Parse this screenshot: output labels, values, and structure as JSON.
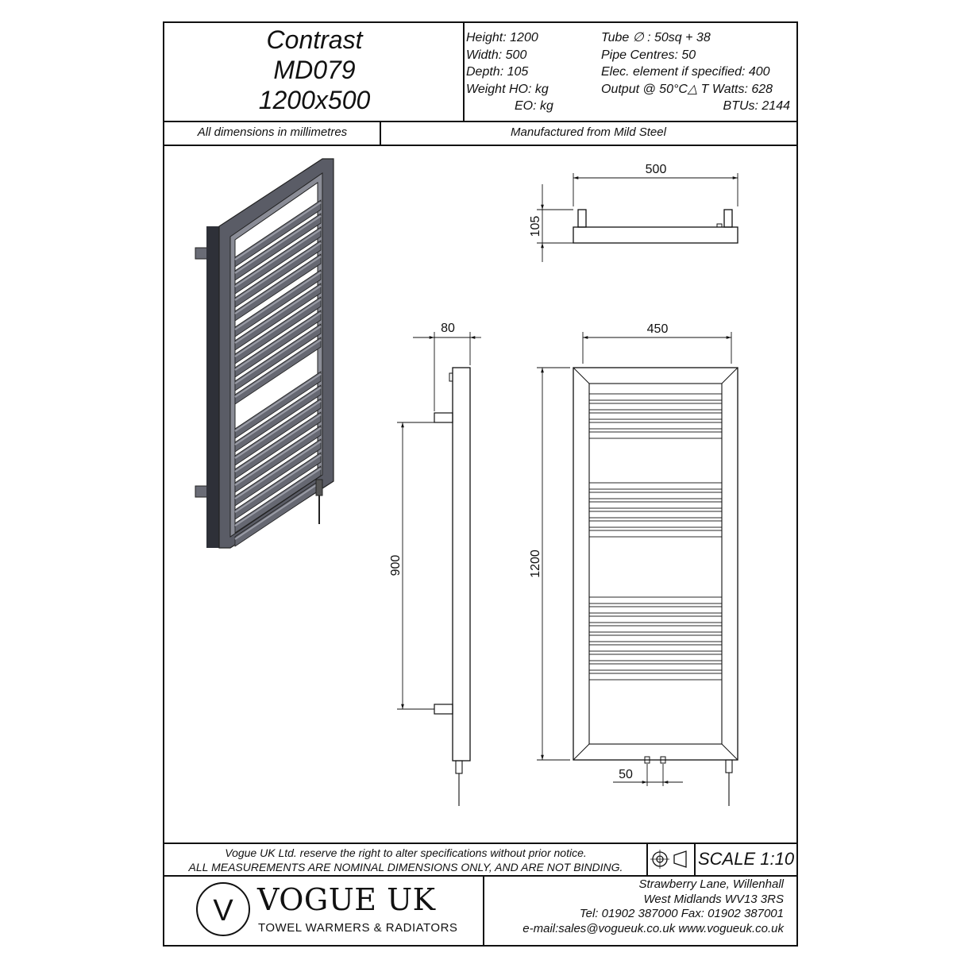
{
  "title": {
    "line1": "Contrast",
    "line2": "MD079",
    "line3": "1200x500"
  },
  "specs": {
    "height": "Height: 1200",
    "width": "Width: 500",
    "depth": "Depth: 105",
    "weight_ho": "Weight HO:  kg",
    "weight_eo": "EO:  kg",
    "tube": "Tube ∅ : 50sq + 38",
    "pipe_centres": "Pipe Centres: 50",
    "elec_element": "Elec. element if specified: 400",
    "output": "Output @ 50°C△ T Watts: 628",
    "btus": "BTUs: 2144"
  },
  "header_row": {
    "dimensions_note": "All dimensions in millimetres",
    "material": "Manufactured from Mild Steel"
  },
  "dimensions": {
    "top_width": "500",
    "top_depth": "105",
    "side_projection": "80",
    "side_bracket_centres": "900",
    "front_width": "450",
    "front_height": "1200",
    "pipe_centres": "50"
  },
  "footer": {
    "notice_line1": "Vogue UK Ltd. reserve the right to alter specifications without prior notice.",
    "notice_line2": "ALL MEASUREMENTS ARE NOMINAL DIMENSIONS ONLY, AND ARE NOT BINDING.",
    "scale": "SCALE 1:10",
    "logo_letter": "V",
    "logo_name": "VOGUE UK",
    "logo_tagline": "TOWEL WARMERS & RADIATORS",
    "address_line1": "Strawberry Lane, Willenhall",
    "address_line2": "West Midlands WV13 3RS",
    "address_line3": "Tel: 01902 387000  Fax: 01902 387001",
    "address_line4": "e-mail:sales@vogueuk.co.uk  www.vogueuk.co.uk"
  },
  "colors": {
    "radiator_fill": "#5a5c66",
    "radiator_dark": "#2e3038",
    "radiator_light": "#8a8c96",
    "line": "#111111"
  }
}
